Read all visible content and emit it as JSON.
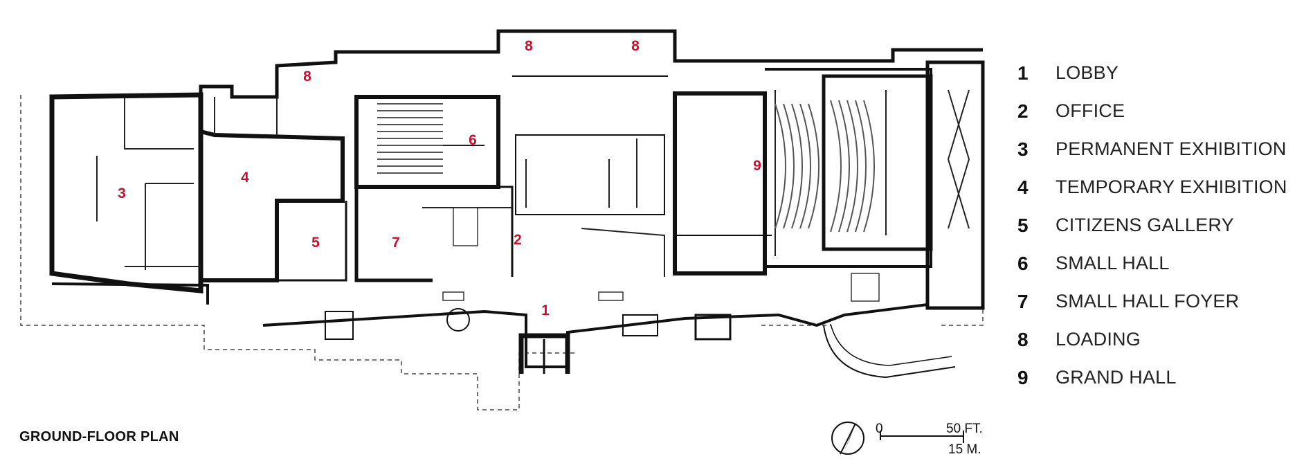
{
  "title": "GROUND-FLOOR PLAN",
  "accent_color": "#c8102e",
  "room_labels": [
    "1",
    "2",
    "3",
    "4",
    "5",
    "6",
    "7",
    "8",
    "8",
    "8",
    "9"
  ],
  "legend": [
    {
      "num": "1",
      "label": "LOBBY"
    },
    {
      "num": "2",
      "label": "OFFICE"
    },
    {
      "num": "3",
      "label": "PERMANENT EXHIBITION"
    },
    {
      "num": "4",
      "label": "TEMPORARY EXHIBITION"
    },
    {
      "num": "5",
      "label": "CITIZENS GALLERY"
    },
    {
      "num": "6",
      "label": "SMALL HALL"
    },
    {
      "num": "7",
      "label": "SMALL HALL FOYER"
    },
    {
      "num": "8",
      "label": "LOADING"
    },
    {
      "num": "9",
      "label": "GRAND HALL"
    }
  ],
  "scale": {
    "zero": "0",
    "feet": "50 FT.",
    "meters": "15 M."
  },
  "icons": {
    "north": "north-arrow-icon"
  }
}
